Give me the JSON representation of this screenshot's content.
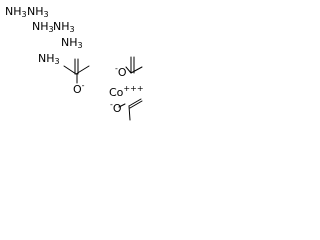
{
  "ammonia": [
    {
      "symbol": "NH",
      "count": "3"
    },
    {
      "symbol": "NH",
      "count": "3"
    },
    {
      "symbol": "NH",
      "count": "3"
    },
    {
      "symbol": "NH",
      "count": "3"
    },
    {
      "symbol": "NH",
      "count": "3"
    },
    {
      "symbol": "NH",
      "count": "3"
    }
  ],
  "acetate_1": {
    "oxygen": "O",
    "charge": "-"
  },
  "acetate_2": {
    "oxygen": "O",
    "charge": "-"
  },
  "acetate_3": {
    "oxygen": "O",
    "charge": "-"
  },
  "cobalt": {
    "symbol": "Co",
    "charge": "+++"
  },
  "colors": {
    "ink": "#000000",
    "background": "#ffffff"
  }
}
